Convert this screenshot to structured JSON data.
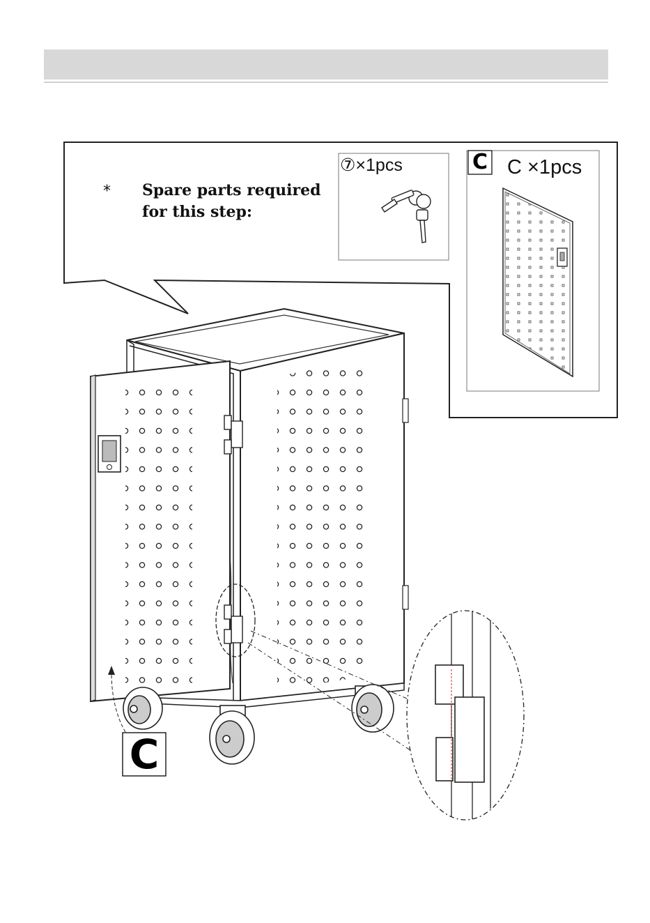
{
  "header": {},
  "callout": {
    "star": "*",
    "text": "Spare parts required for this step:"
  },
  "parts": {
    "key": {
      "quantity_label": "⑦×1pcs"
    },
    "door": {
      "badge": "C",
      "quantity_label": "C ×1pcs"
    }
  },
  "main_label": {
    "badge": "C"
  }
}
